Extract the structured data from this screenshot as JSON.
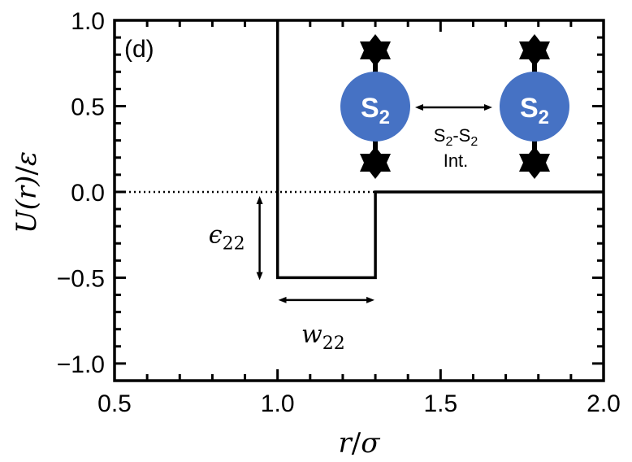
{
  "chart_data": {
    "type": "line",
    "panel_label": "(d)",
    "xlabel_main": "r",
    "xlabel_sep": "/",
    "xlabel_unit": "σ",
    "ylabel_main": "U(r)",
    "ylabel_sep": "/",
    "ylabel_unit": "ε",
    "xlim": [
      0.5,
      2.0
    ],
    "ylim": [
      -1.1,
      1.0
    ],
    "x_ticks": [
      0.5,
      1.0,
      1.5,
      2.0
    ],
    "x_tick_labels": [
      "0.5",
      "1.0",
      "1.5",
      "2.0"
    ],
    "y_ticks": [
      1.0,
      0.5,
      0.0,
      -0.5,
      -1.0
    ],
    "y_tick_labels": [
      "1.0",
      "0.5",
      "0.0",
      "−0.5",
      "−1.0"
    ],
    "x_minor_step": 0.1,
    "y_minor_step": 0.1,
    "series": [
      {
        "x": [
          1.0,
          1.0,
          1.3,
          1.3,
          2.0
        ],
        "y": [
          1.0,
          -0.5,
          -0.5,
          0.0,
          0.0
        ]
      }
    ],
    "reference_line_y": 0.0,
    "reference_line_xrange": [
      0.5,
      1.3
    ],
    "annotations": {
      "epsilon": {
        "symbol": "ϵ",
        "subscript": "22"
      },
      "width": {
        "symbol": "w",
        "subscript": "22"
      },
      "epsilon_arrow": {
        "x": 0.945,
        "y_from": 0.0,
        "y_to": -0.5
      },
      "width_arrow": {
        "y": -0.63,
        "x_from": 1.0,
        "x_to": 1.3
      }
    },
    "inset": {
      "bead_label": "S",
      "bead_subscript": "2",
      "interaction_line1_a": "S",
      "interaction_line1_sub_a": "2",
      "interaction_line1_dash": "-S",
      "interaction_line1_sub_b": "2",
      "interaction_line2": "Int.",
      "bead_color": "#4672c4",
      "star_color": "#000000"
    }
  }
}
